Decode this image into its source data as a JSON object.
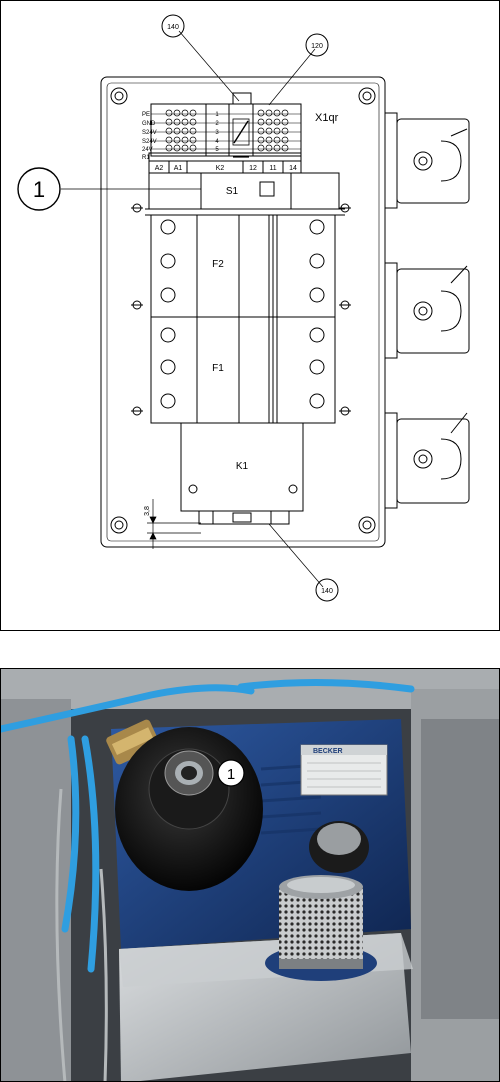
{
  "top_diagram": {
    "callout_ref_140_top": "140",
    "callout_ref_120": "120",
    "callout_ref_140_bottom": "140",
    "terminal_block_name": "X1qr",
    "terminal_labels": [
      "PE",
      "GND",
      "S24V",
      "S24V",
      "24V"
    ],
    "terminal_numbers": [
      "1",
      "2",
      "3",
      "4",
      "5"
    ],
    "r1_label": "R1",
    "relay_pins": [
      "A2",
      "A1",
      "K2",
      "12",
      "11",
      "14"
    ],
    "switch_label": "S1",
    "fuse_top_label": "F2",
    "fuse_bottom_label": "F1",
    "contactor_label": "K1",
    "dimension_value": "3,8",
    "item_callout": "1"
  },
  "photo": {
    "item_callout": "1",
    "nameplate_brand": "BECKER"
  },
  "colors": {
    "line": "#000000",
    "pump_blue": "#1f3f7a",
    "hose_blue": "#2f9ee0",
    "steel": "#b8bcbf"
  }
}
